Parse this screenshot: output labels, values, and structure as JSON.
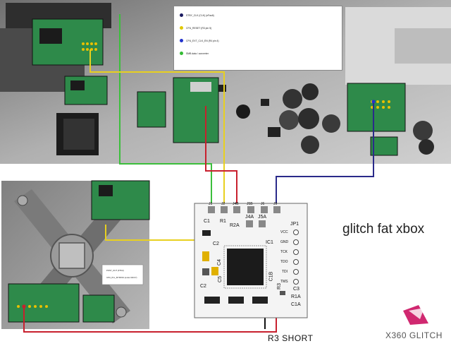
{
  "title": "glitch fat xbox",
  "r3_label": "R3 SHORT",
  "logo_text": "X360 GLITCH",
  "legend": [
    {
      "text": "STBY_CLK (CLK) (nFault)",
      "color": "#1a1a60"
    },
    {
      "text": "CPU_RESET (R3 pin 5)",
      "color": "#e0c800"
    },
    {
      "text": "CPU_EXT_CLK_EN (R4 pin 4)",
      "color": "#2233cc"
    },
    {
      "text": "SMB data / converter",
      "color": "#33bb33"
    }
  ],
  "lower_legend": [
    {
      "text": "POST_OUT (FT6U)",
      "color": "#cc2200"
    },
    {
      "text": "CPU_PLL_BYPASS (under R4/C7)",
      "color": "#e0c800"
    }
  ],
  "chip": {
    "header_labels": [
      "J1",
      "J2",
      "J4B",
      "J5B",
      "J6",
      "J9"
    ],
    "pcb_labels": [
      "C1",
      "R1",
      "R2A",
      "J4A",
      "J5A",
      "IC1",
      "C2",
      "C2",
      "C4",
      "C5",
      "C3",
      "C1B",
      "R3",
      "R1A",
      "C1A",
      "JP1"
    ],
    "jp1_pins": [
      "VCC",
      "GND",
      "TCK",
      "TDO",
      "TDI",
      "TMS"
    ]
  },
  "wire_colors": {
    "red": "#c8202e",
    "yellow": "#e8d020",
    "green": "#3cbf3c",
    "navy": "#2a2a8a",
    "black": "#111111"
  }
}
